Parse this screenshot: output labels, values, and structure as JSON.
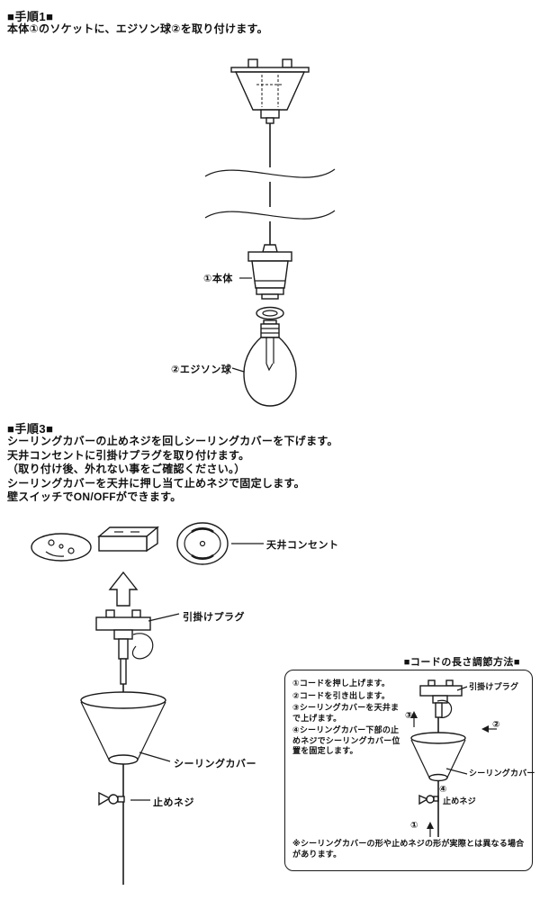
{
  "step1": {
    "heading": "■手順1■",
    "body": "本体①のソケットに、エジソン球②を取り付けます。",
    "labels": {
      "body": "①本体",
      "bulb": "②エジソン球"
    }
  },
  "step3": {
    "heading": "■手順3■",
    "lines": [
      "シーリングカバーの止めネジを回しシーリングカバーを下げます。",
      "天井コンセントに引掛けプラグを取り付けます。",
      "（取り付け後、外れない事をご確認ください。）",
      "シーリングカバーを天井に押し当て止めネジで固定します。",
      "壁スイッチでON/OFFができます。"
    ],
    "labels": {
      "ceiling_outlet": "天井コンセント",
      "hook_plug": "引掛けプラグ",
      "ceiling_cover": "シーリングカバー",
      "set_screw": "止めネジ"
    }
  },
  "cord_adjust": {
    "title": "■コードの長さ調節方法■",
    "steps": [
      "①コードを押し上げます。",
      "②コードを引き出します。",
      "③シーリングカバーを天井まで上げます。",
      "④シーリングカバー下部の止めネジでシーリングカバー位置を固定します。"
    ],
    "markers": {
      "m1": "①",
      "m2": "②",
      "m3": "③",
      "m4": "④"
    },
    "labels": {
      "hook_plug": "引掛けプラグ",
      "ceiling_cover": "シーリングカバー",
      "set_screw": "止めネジ"
    },
    "note": "※シーリングカバーの形や止めネジの形が実際とは異なる場合があります。"
  }
}
